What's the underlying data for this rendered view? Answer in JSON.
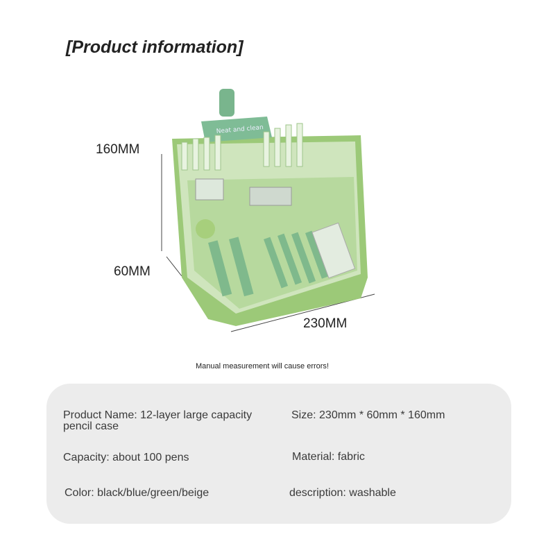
{
  "title": "[Product information]",
  "dimensions": {
    "height": "160MM",
    "depth": "60MM",
    "width": "230MM"
  },
  "product_image": {
    "clip_text": "Neat and clean"
  },
  "note": "Manual measurement will cause errors!",
  "specs": {
    "product_name": "Product Name: 12-layer large capacity pencil case",
    "size": "Size: 230mm * 60mm * 160mm",
    "capacity": "Capacity: about 100 pens",
    "material": "Material: fabric",
    "color": "Color: black/blue/green/beige",
    "description": "description: washable"
  },
  "colors": {
    "case_green": "#8fc46a",
    "panel_bg": "#ececec"
  }
}
